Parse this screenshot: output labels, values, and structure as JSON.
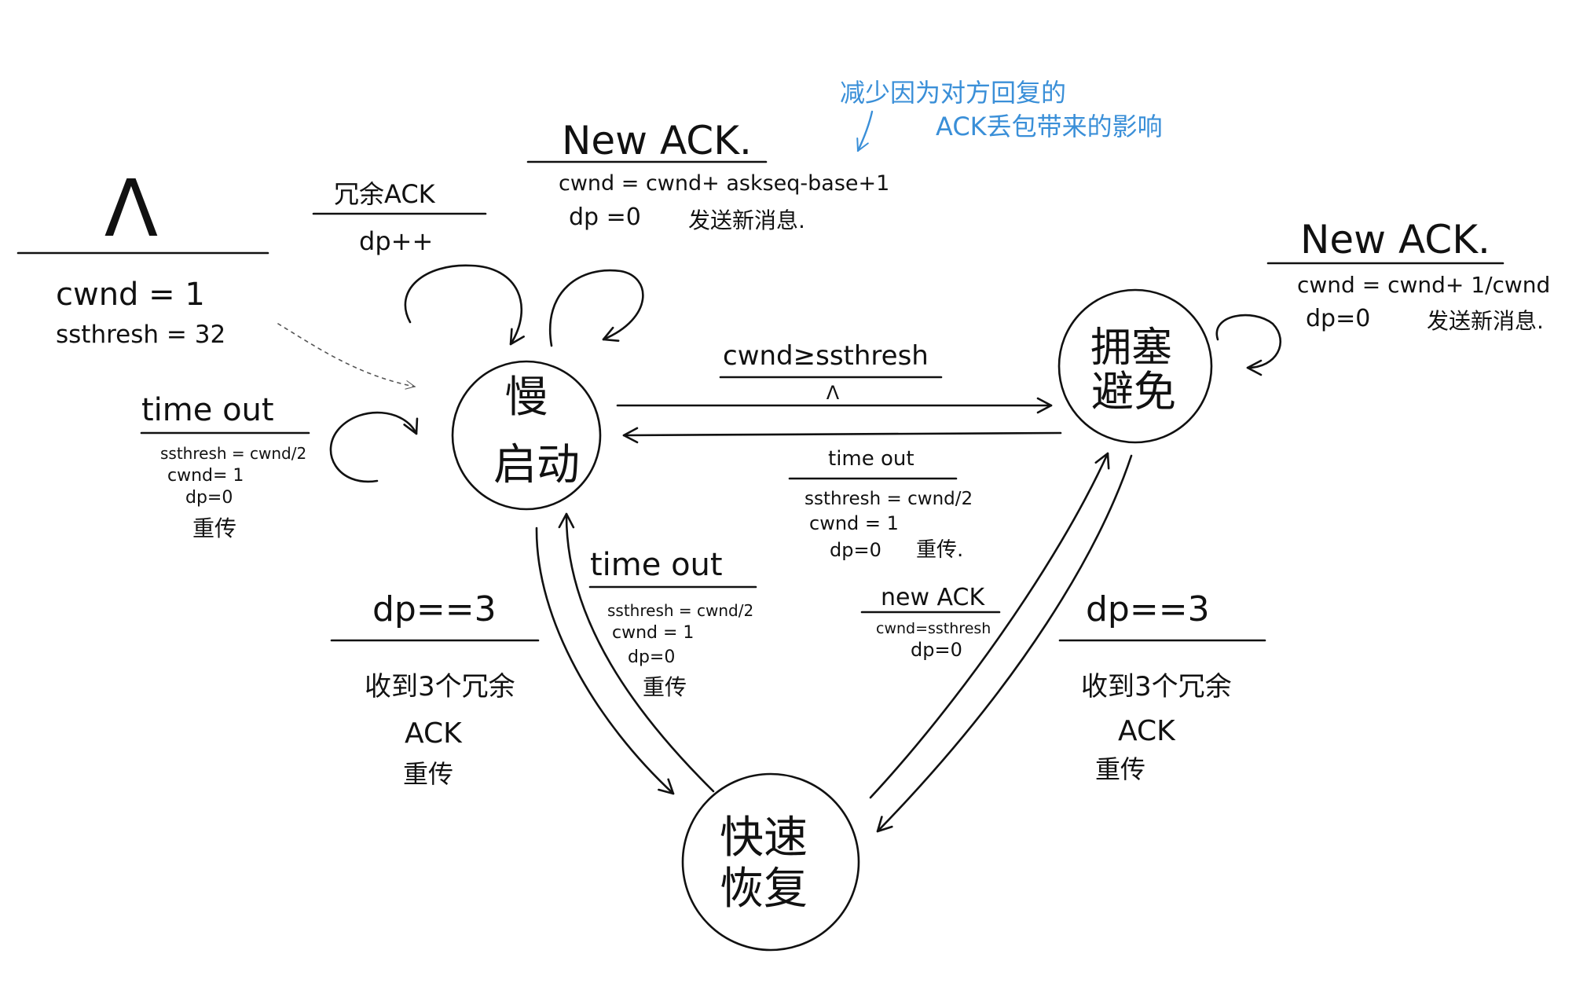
{
  "colors": {
    "ink": "#111111",
    "note": "#3a8fd8",
    "background": "#ffffff"
  },
  "initial": {
    "symbol": "Λ",
    "cwnd": "cwnd = 1",
    "ssthresh": "ssthresh = 32"
  },
  "states": {
    "slow_start": [
      "慢",
      "启动"
    ],
    "congestion_avoidance": [
      "拥塞",
      "避免"
    ],
    "fast_recovery": [
      "快速",
      "恢复"
    ]
  },
  "slow_start_dup_ack": {
    "event": "冗余ACK",
    "action": "dp++"
  },
  "slow_start_new_ack": {
    "event": "New ACK.",
    "cwnd": "cwnd = cwnd+ askseq-base+1",
    "dp": "dp =0",
    "send": "发送新消息."
  },
  "note": [
    "减少因为对方回复的",
    "ACK丢包带来的影响"
  ],
  "slow_start_timeout": {
    "event": "time out",
    "ssthresh": "ssthresh = cwnd/2",
    "cwnd": "cwnd= 1",
    "dp": "dp=0",
    "retransmit": "重传"
  },
  "avoidance_new_ack": {
    "event": "New ACK.",
    "cwnd": "cwnd = cwnd+ 1/cwnd",
    "dp": "dp=0",
    "send": "发送新消息."
  },
  "slow_to_avoidance": {
    "condition": "cwnd≥ssthresh",
    "action": "Λ"
  },
  "avoidance_to_slow": {
    "event": "time out",
    "ssthresh": "ssthresh = cwnd/2",
    "cwnd": "cwnd = 1",
    "dp": "dp=0",
    "retransmit": "重传."
  },
  "slow_to_fast": {
    "event": "dp==3",
    "lines": [
      "收到3个冗余",
      "ACK",
      "重传"
    ]
  },
  "fast_to_slow": {
    "event": "time out",
    "ssthresh": "ssthresh = cwnd/2",
    "cwnd": "cwnd = 1",
    "dp": "dp=0",
    "retransmit": "重传"
  },
  "fast_to_avoidance": {
    "event": "new ACK",
    "cwnd": "cwnd=ssthresh",
    "dp": "dp=0"
  },
  "avoidance_to_fast": {
    "event": "dp==3",
    "lines": [
      "收到3个冗余",
      "ACK",
      "重传"
    ]
  }
}
